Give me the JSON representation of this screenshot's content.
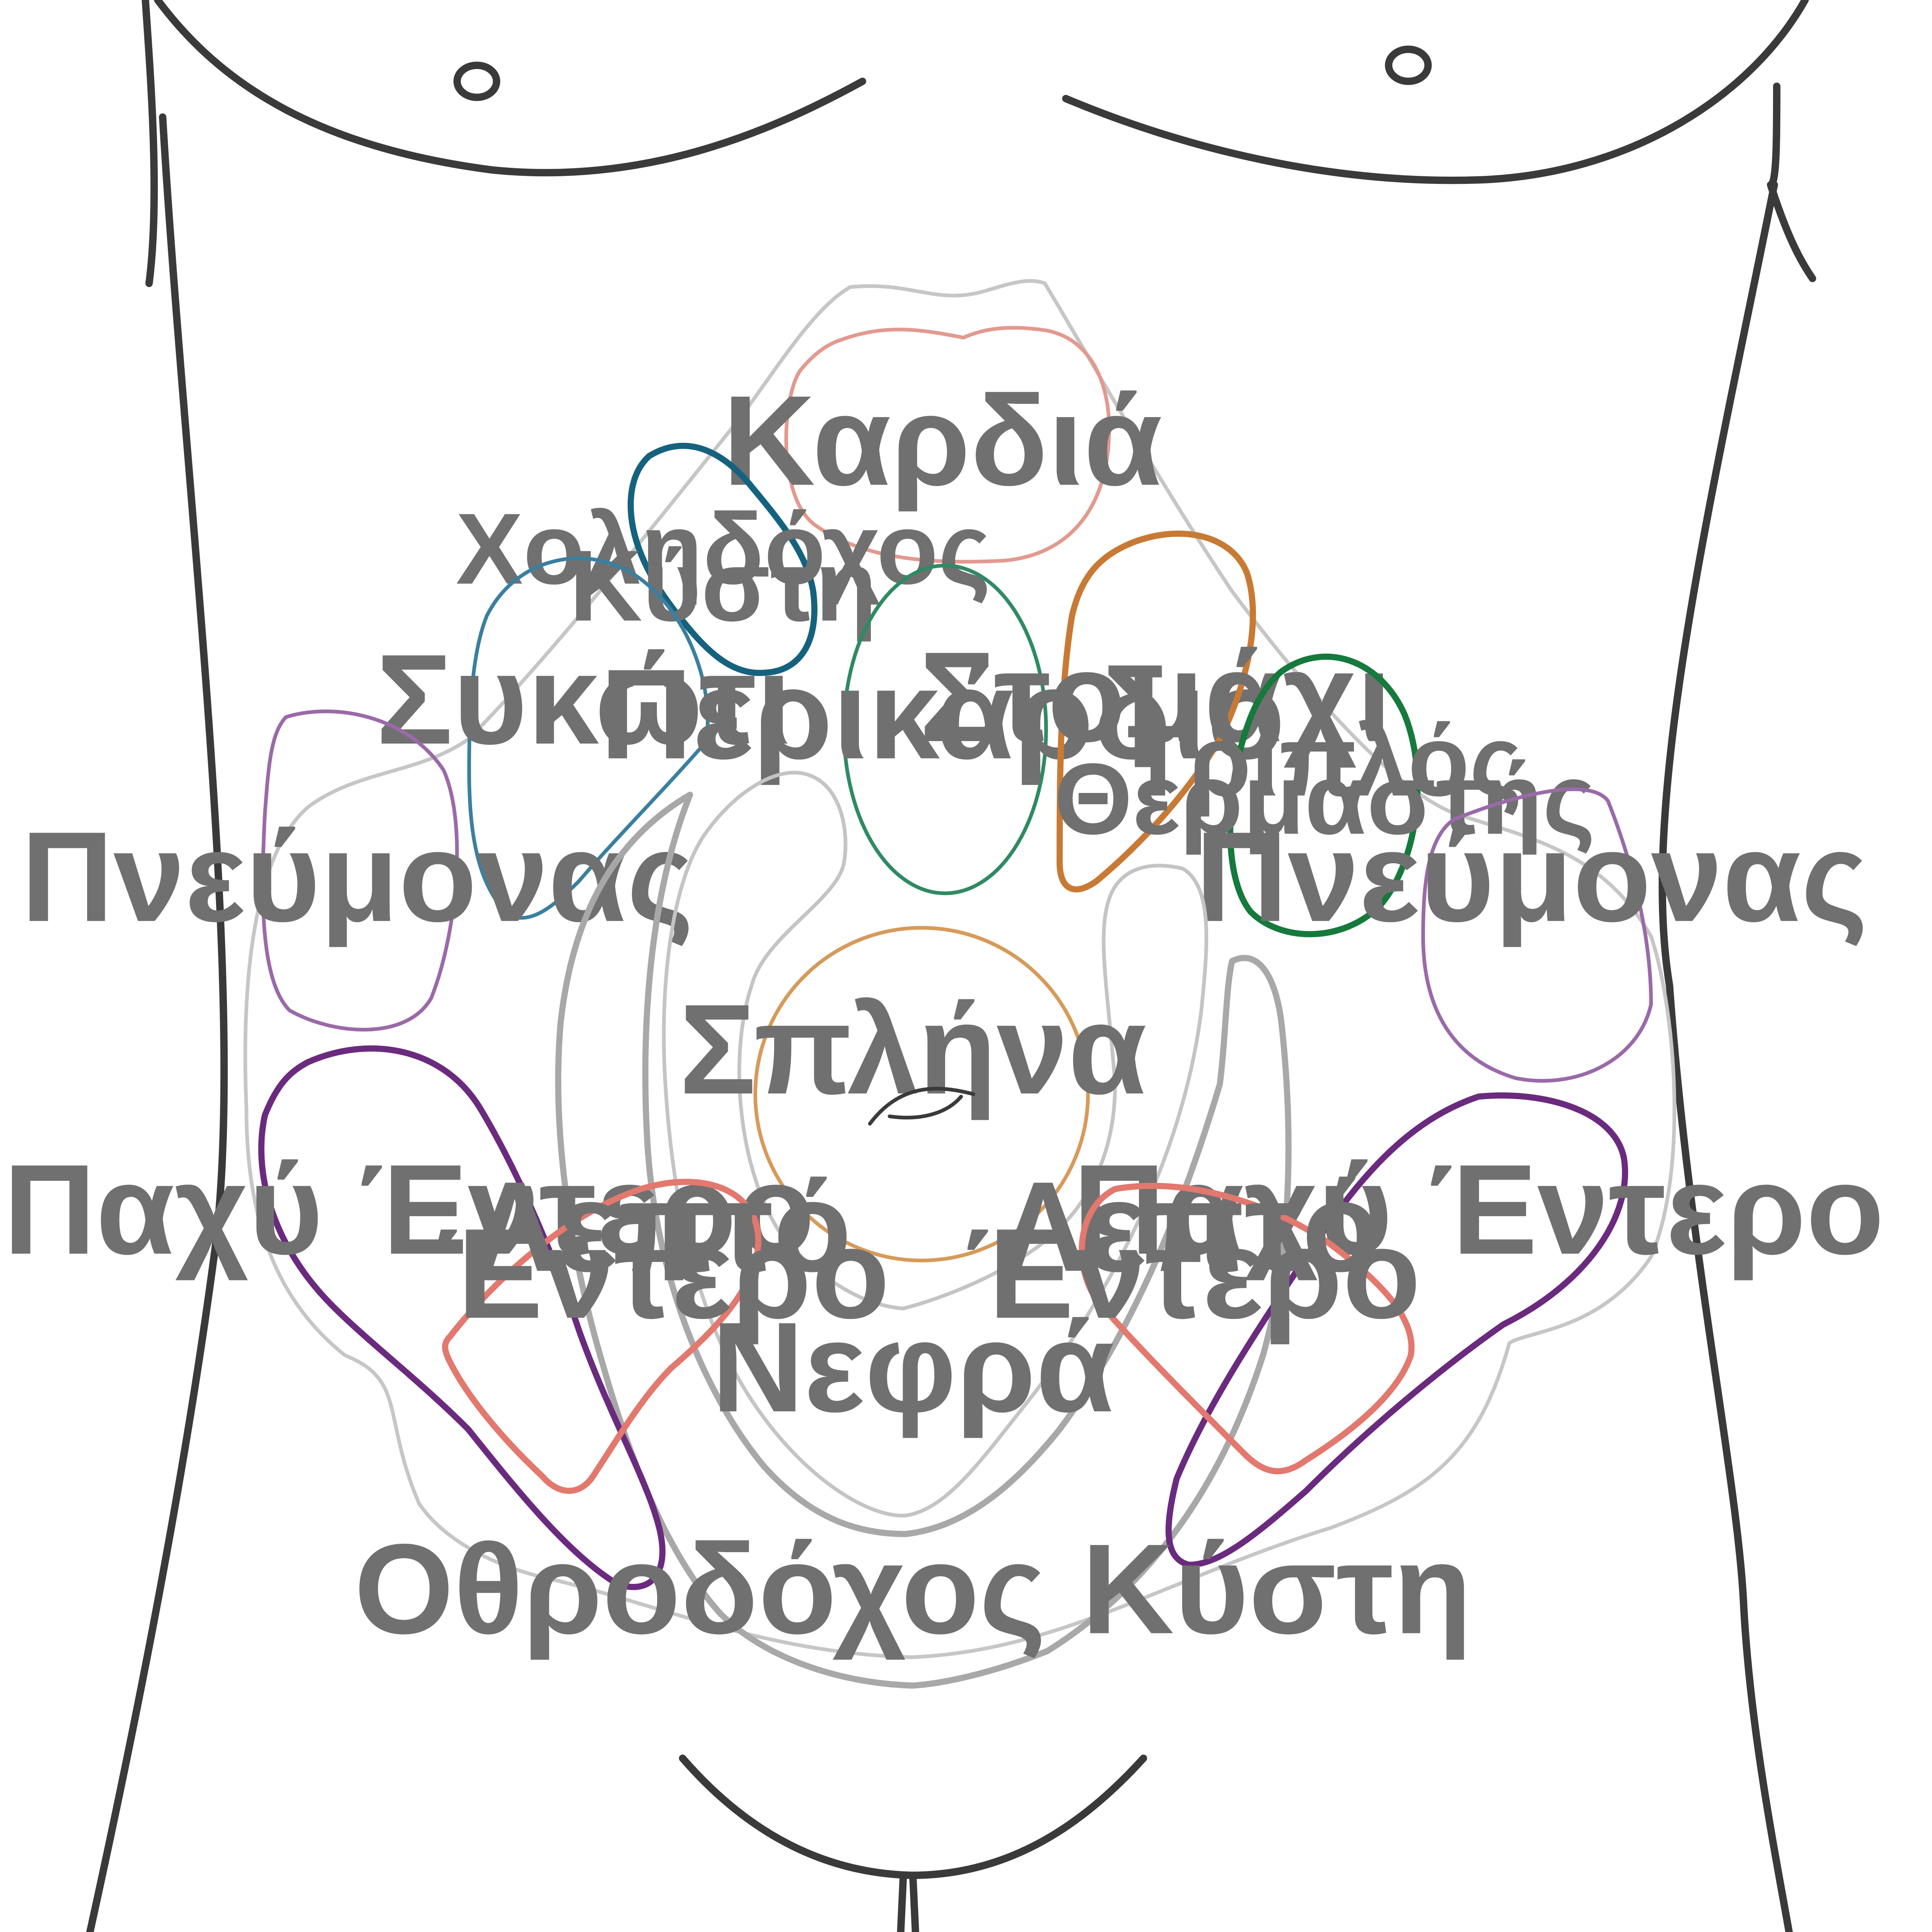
{
  "diagram": {
    "colors": {
      "outline": "#3a3a3a",
      "abdomen_region": "#c6c6c6",
      "label": "#707070",
      "heart": "#e3998f",
      "gallbladder": "#15627f",
      "liver": "#3a7fa0",
      "pericardium": "#2f8a63",
      "stomach": "#c87a34",
      "triple_heater": "#157a3c",
      "lung": "#9a6aa8",
      "spleen": "#d69a5a",
      "large_intestine": "#6a2a7e",
      "small_intestine": "#e2786e",
      "kidney": "#c4c4c4",
      "bladder": "#a8a8a8"
    },
    "labels": {
      "heart": "Καρδιά",
      "gallbladder_line1": "Χοληδόχος",
      "gallbladder_line2": "Κύστη",
      "liver": "Συκώτι",
      "pericardium": "Περικάρδιο",
      "stomach": "Στομάχι",
      "triple_heater_line1": "Τριπλός",
      "triple_heater_line2": "Θερμαστής",
      "lung_left": "Πνεύμονας",
      "lung_right": "Πνεύμονας",
      "spleen": "Σπλήνα",
      "large_intestine_left": "Παχύ Έντερο",
      "large_intestine_right": "Παχύ Έντερο",
      "small_intestine_left_line1": "Λεπτό",
      "small_intestine_left_line2": "Έντερο",
      "small_intestine_right_line1": "Λεπτό",
      "small_intestine_right_line2": "Έντερο",
      "kidney": "Νεφρά",
      "bladder": "Οθροδόχος Κύστη"
    }
  }
}
